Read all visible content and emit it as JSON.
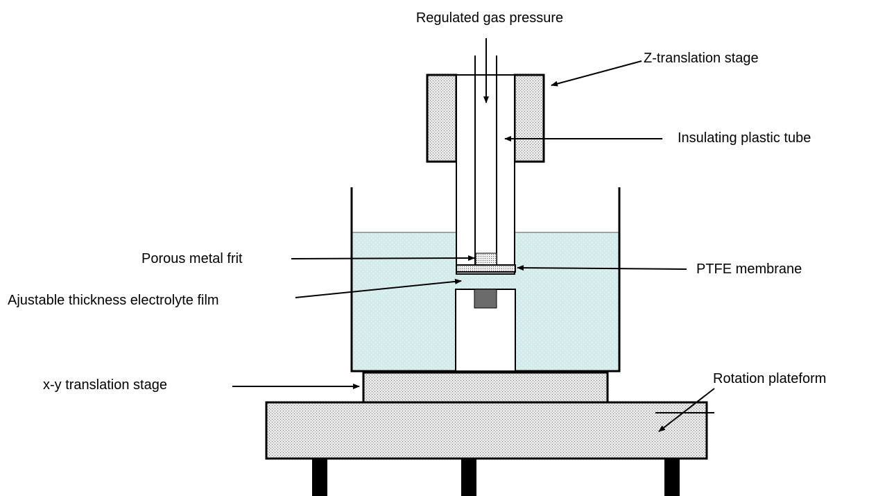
{
  "labels": {
    "gas_pressure": "Regulated gas pressure",
    "z_stage": "Z-translation stage",
    "insulating_tube": "Insulating plastic tube",
    "metal_frit": "Porous metal frit",
    "ptfe_membrane": "PTFE membrane",
    "electrolyte_film": "Ajustable thickness electrolyte film",
    "rotation_platform": "Rotation plateform",
    "xy_stage": "x-y translation stage"
  },
  "colors": {
    "electrolyte": "#d3ebeb",
    "stage_fill": "#e8e8e8",
    "stage_dots": "#6e6e6e",
    "sample": "#6b6b6b",
    "outline": "#000000"
  }
}
